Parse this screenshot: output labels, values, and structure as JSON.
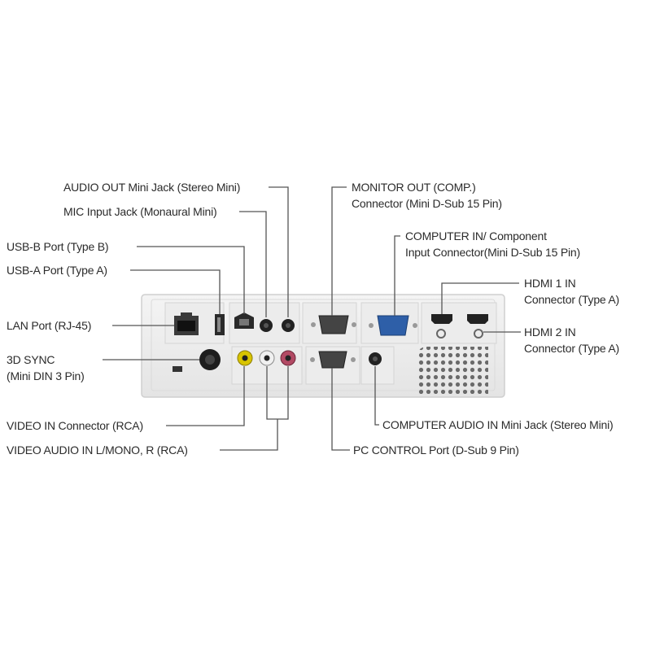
{
  "labels": {
    "audio_out": "AUDIO OUT Mini Jack (Stereo Mini)",
    "mic_input": "MIC Input Jack (Monaural Mini)",
    "usb_b": "USB-B Port (Type B)",
    "usb_a": "USB-A Port (Type A)",
    "lan": "LAN Port (RJ-45)",
    "sync_3d_1": "3D SYNC",
    "sync_3d_2": "(Mini DIN 3 Pin)",
    "video_in": "VIDEO IN Connector (RCA)",
    "video_audio_in": "VIDEO AUDIO IN L/MONO, R (RCA)",
    "monitor_out_1": "MONITOR OUT (COMP.)",
    "monitor_out_2": "Connector (Mini D-Sub 15 Pin)",
    "computer_in_1": "COMPUTER IN/ Component",
    "computer_in_2": "Input Connector(Mini D-Sub 15 Pin)",
    "hdmi1_1": "HDMI 1 IN",
    "hdmi1_2": "Connector (Type A)",
    "hdmi2_1": "HDMI 2 IN",
    "hdmi2_2": "Connector (Type A)",
    "computer_audio_in": "COMPUTER AUDIO IN Mini Jack (Stereo Mini)",
    "pc_control": "PC CONTROL Port (D-Sub 9 Pin)"
  }
}
